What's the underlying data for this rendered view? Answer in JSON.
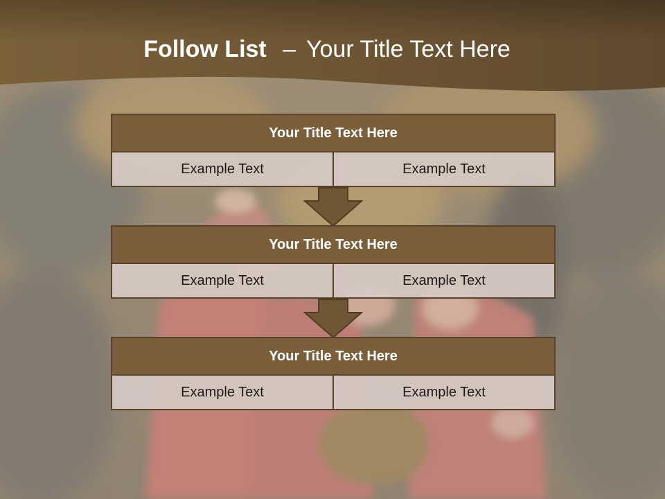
{
  "slide": {
    "title_bold": "Follow List",
    "title_dash": "–",
    "title_rest": "Your Title Text Here"
  },
  "colors": {
    "band": "#6e5634",
    "header": "#7a5f3a",
    "border": "#58432a",
    "cell": "#d6cac4",
    "arrow": "#6f5634"
  },
  "blocks": [
    {
      "title": "Your Title Text Here",
      "cells": [
        "Example Text",
        "Example Text"
      ]
    },
    {
      "title": "Your Title Text Here",
      "cells": [
        "Example Text",
        "Example Text"
      ]
    },
    {
      "title": "Your Title Text Here",
      "cells": [
        "Example Text",
        "Example Text"
      ]
    }
  ],
  "icons": [
    "down-arrow-icon",
    "down-arrow-icon"
  ]
}
